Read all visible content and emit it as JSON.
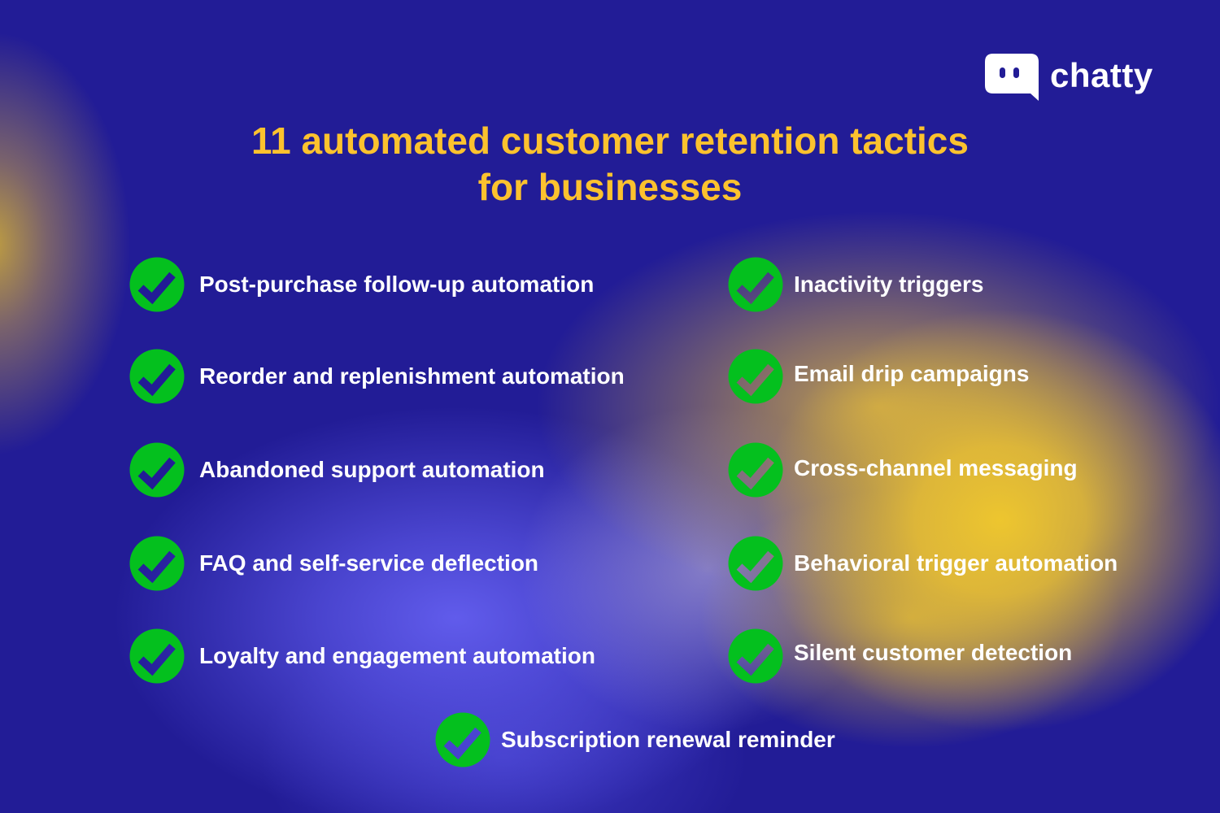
{
  "brand": {
    "name": "chatty",
    "logo_icon": "chat-bubble-icon"
  },
  "colors": {
    "background": "#221c96",
    "title": "#fcc22e",
    "check_green": "#04c01e",
    "text": "#ffffff",
    "accent_yellow": "#f0c82d",
    "accent_violet": "#5f5aee"
  },
  "header": {
    "title_line1": "11 automated customer retention tactics",
    "title_line2": "for businesses"
  },
  "tactics": {
    "left": [
      {
        "label": "Post-purchase follow-up automation",
        "icon": "check-circle-icon"
      },
      {
        "label": "Reorder and replenishment automation",
        "icon": "check-circle-icon"
      },
      {
        "label": "Abandoned support automation",
        "icon": "check-circle-icon"
      },
      {
        "label": "FAQ and self-service deflection",
        "icon": "check-circle-icon"
      },
      {
        "label": "Loyalty and engagement automation",
        "icon": "check-circle-icon"
      }
    ],
    "right": [
      {
        "label": "Inactivity triggers",
        "icon": "check-circle-icon"
      },
      {
        "label": "Email drip campaigns",
        "icon": "check-circle-icon"
      },
      {
        "label": "Cross-channel messaging",
        "icon": "check-circle-icon"
      },
      {
        "label": "Behavioral trigger automation",
        "icon": "check-circle-icon"
      },
      {
        "label": "Silent customer detection",
        "icon": "check-circle-icon"
      }
    ],
    "bottom": [
      {
        "label": "Subscription renewal reminder",
        "icon": "check-circle-icon"
      }
    ]
  }
}
